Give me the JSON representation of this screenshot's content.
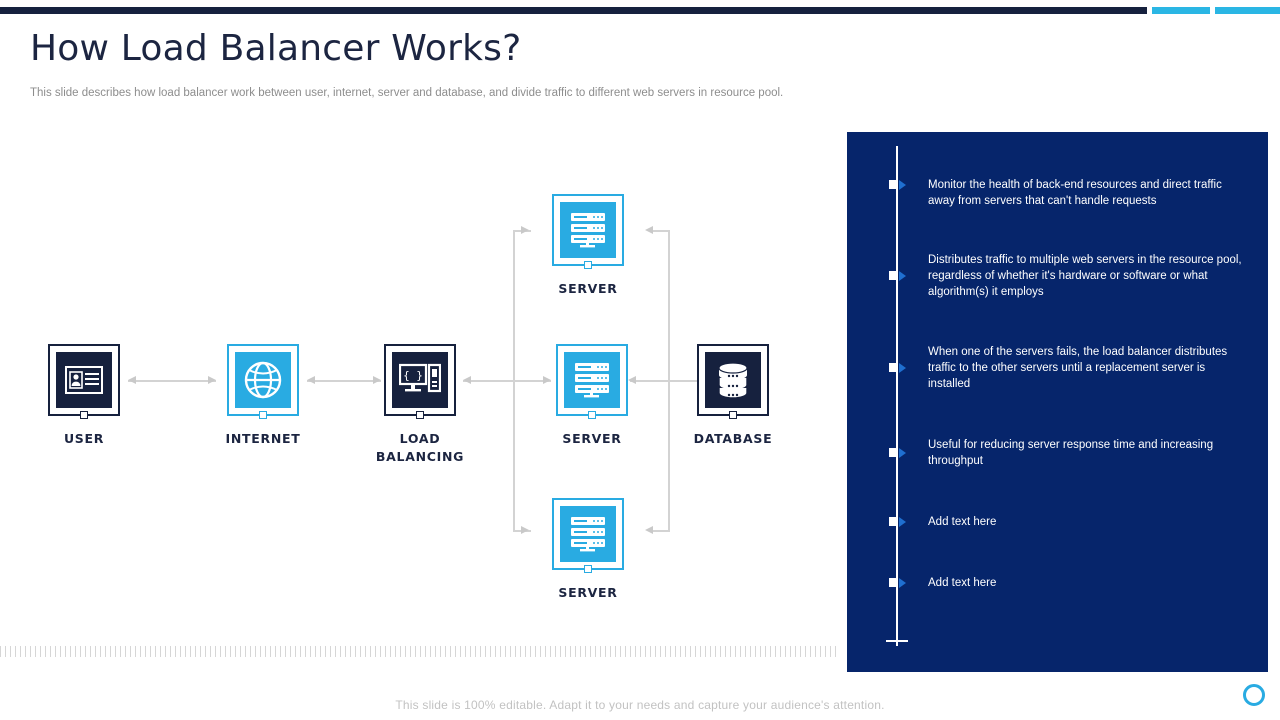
{
  "header": {
    "title": "How Load Balancer Works?",
    "subtitle": "This slide describes how load balancer work between user, internet, server and database, and divide traffic to different web servers in resource pool."
  },
  "colors": {
    "navy": "#16213e",
    "panel_navy": "#06256b",
    "cyan": "#29abe2",
    "accent_cyan": "#2ab6e4",
    "connector_gray": "#d3d3d3",
    "muted_text": "#8d8d8d"
  },
  "topbar": {
    "segments": [
      "dark-navy-rule",
      "cyan-rule-1",
      "cyan-rule-2"
    ]
  },
  "diagram": {
    "nodes": [
      {
        "id": "user",
        "label": "USER",
        "icon": "id-card-icon",
        "style": "navy"
      },
      {
        "id": "internet",
        "label": "INTERNET",
        "icon": "globe-icon",
        "style": "cyan"
      },
      {
        "id": "load-balancing",
        "label": "LOAD\nBALANCING",
        "icon": "monitor-code-icon",
        "style": "navy"
      },
      {
        "id": "server-top",
        "label": "SERVER",
        "icon": "server-rack-icon",
        "style": "cyan"
      },
      {
        "id": "server-middle",
        "label": "SERVER",
        "icon": "server-rack-icon",
        "style": "cyan"
      },
      {
        "id": "server-bottom",
        "label": "SERVER",
        "icon": "server-rack-icon",
        "style": "cyan"
      },
      {
        "id": "database",
        "label": "DATABASE",
        "icon": "database-icon",
        "style": "navy"
      }
    ],
    "labels": {
      "user": "USER",
      "internet": "INTERNET",
      "load_balancing_line1": "LOAD",
      "load_balancing_line2": "BALANCING",
      "server_top": "SERVER",
      "server_middle": "SERVER",
      "server_bottom": "SERVER",
      "database": "DATABASE"
    }
  },
  "panel": {
    "bullets": [
      {
        "text": "Monitor the health of back-end resources and direct traffic away from servers that can't handle requests"
      },
      {
        "text": "Distributes traffic to multiple web servers in the resource pool, regardless of whether it's hardware or software or what algorithm(s) it employs"
      },
      {
        "text": "When one of the servers fails, the load balancer distributes traffic to the other servers until a replacement server is installed"
      },
      {
        "text": "Useful for reducing server response time and increasing throughput"
      },
      {
        "text": "Add text here"
      },
      {
        "text": "Add text here"
      }
    ]
  },
  "footer": {
    "note": "This slide is 100% editable. Adapt it to your needs and capture your audience's attention."
  }
}
